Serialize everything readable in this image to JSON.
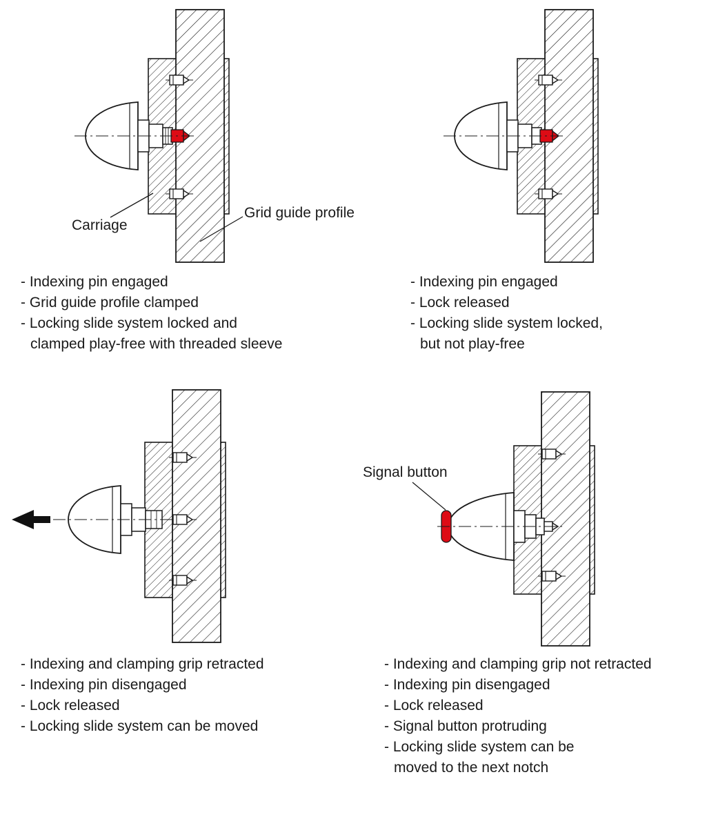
{
  "colors": {
    "accent_red": "#dd0b15",
    "line": "#1a1a1a"
  },
  "figures": {
    "top_left": {
      "labels": {
        "carriage": "Carriage",
        "grid_guide_profile": "Grid guide profile"
      },
      "bullets": [
        "- Indexing pin engaged",
        "- Grid guide profile clamped",
        "- Locking slide system locked and\nclamped play-free with threaded sleeve"
      ]
    },
    "top_right": {
      "bullets": [
        "- Indexing pin engaged",
        "- Lock released",
        "- Locking slide system locked,\nbut not play-free"
      ]
    },
    "bottom_left": {
      "bullets": [
        "- Indexing and clamping grip retracted",
        "- Indexing pin disengaged",
        "- Lock released",
        "- Locking slide system can be moved"
      ]
    },
    "bottom_right": {
      "labels": {
        "signal_button": "Signal button"
      },
      "bullets": [
        "- Indexing and clamping grip not retracted",
        "- Indexing pin disengaged",
        "- Lock released",
        "- Signal button protruding",
        "- Locking slide system can be\nmoved to the next notch"
      ]
    }
  }
}
